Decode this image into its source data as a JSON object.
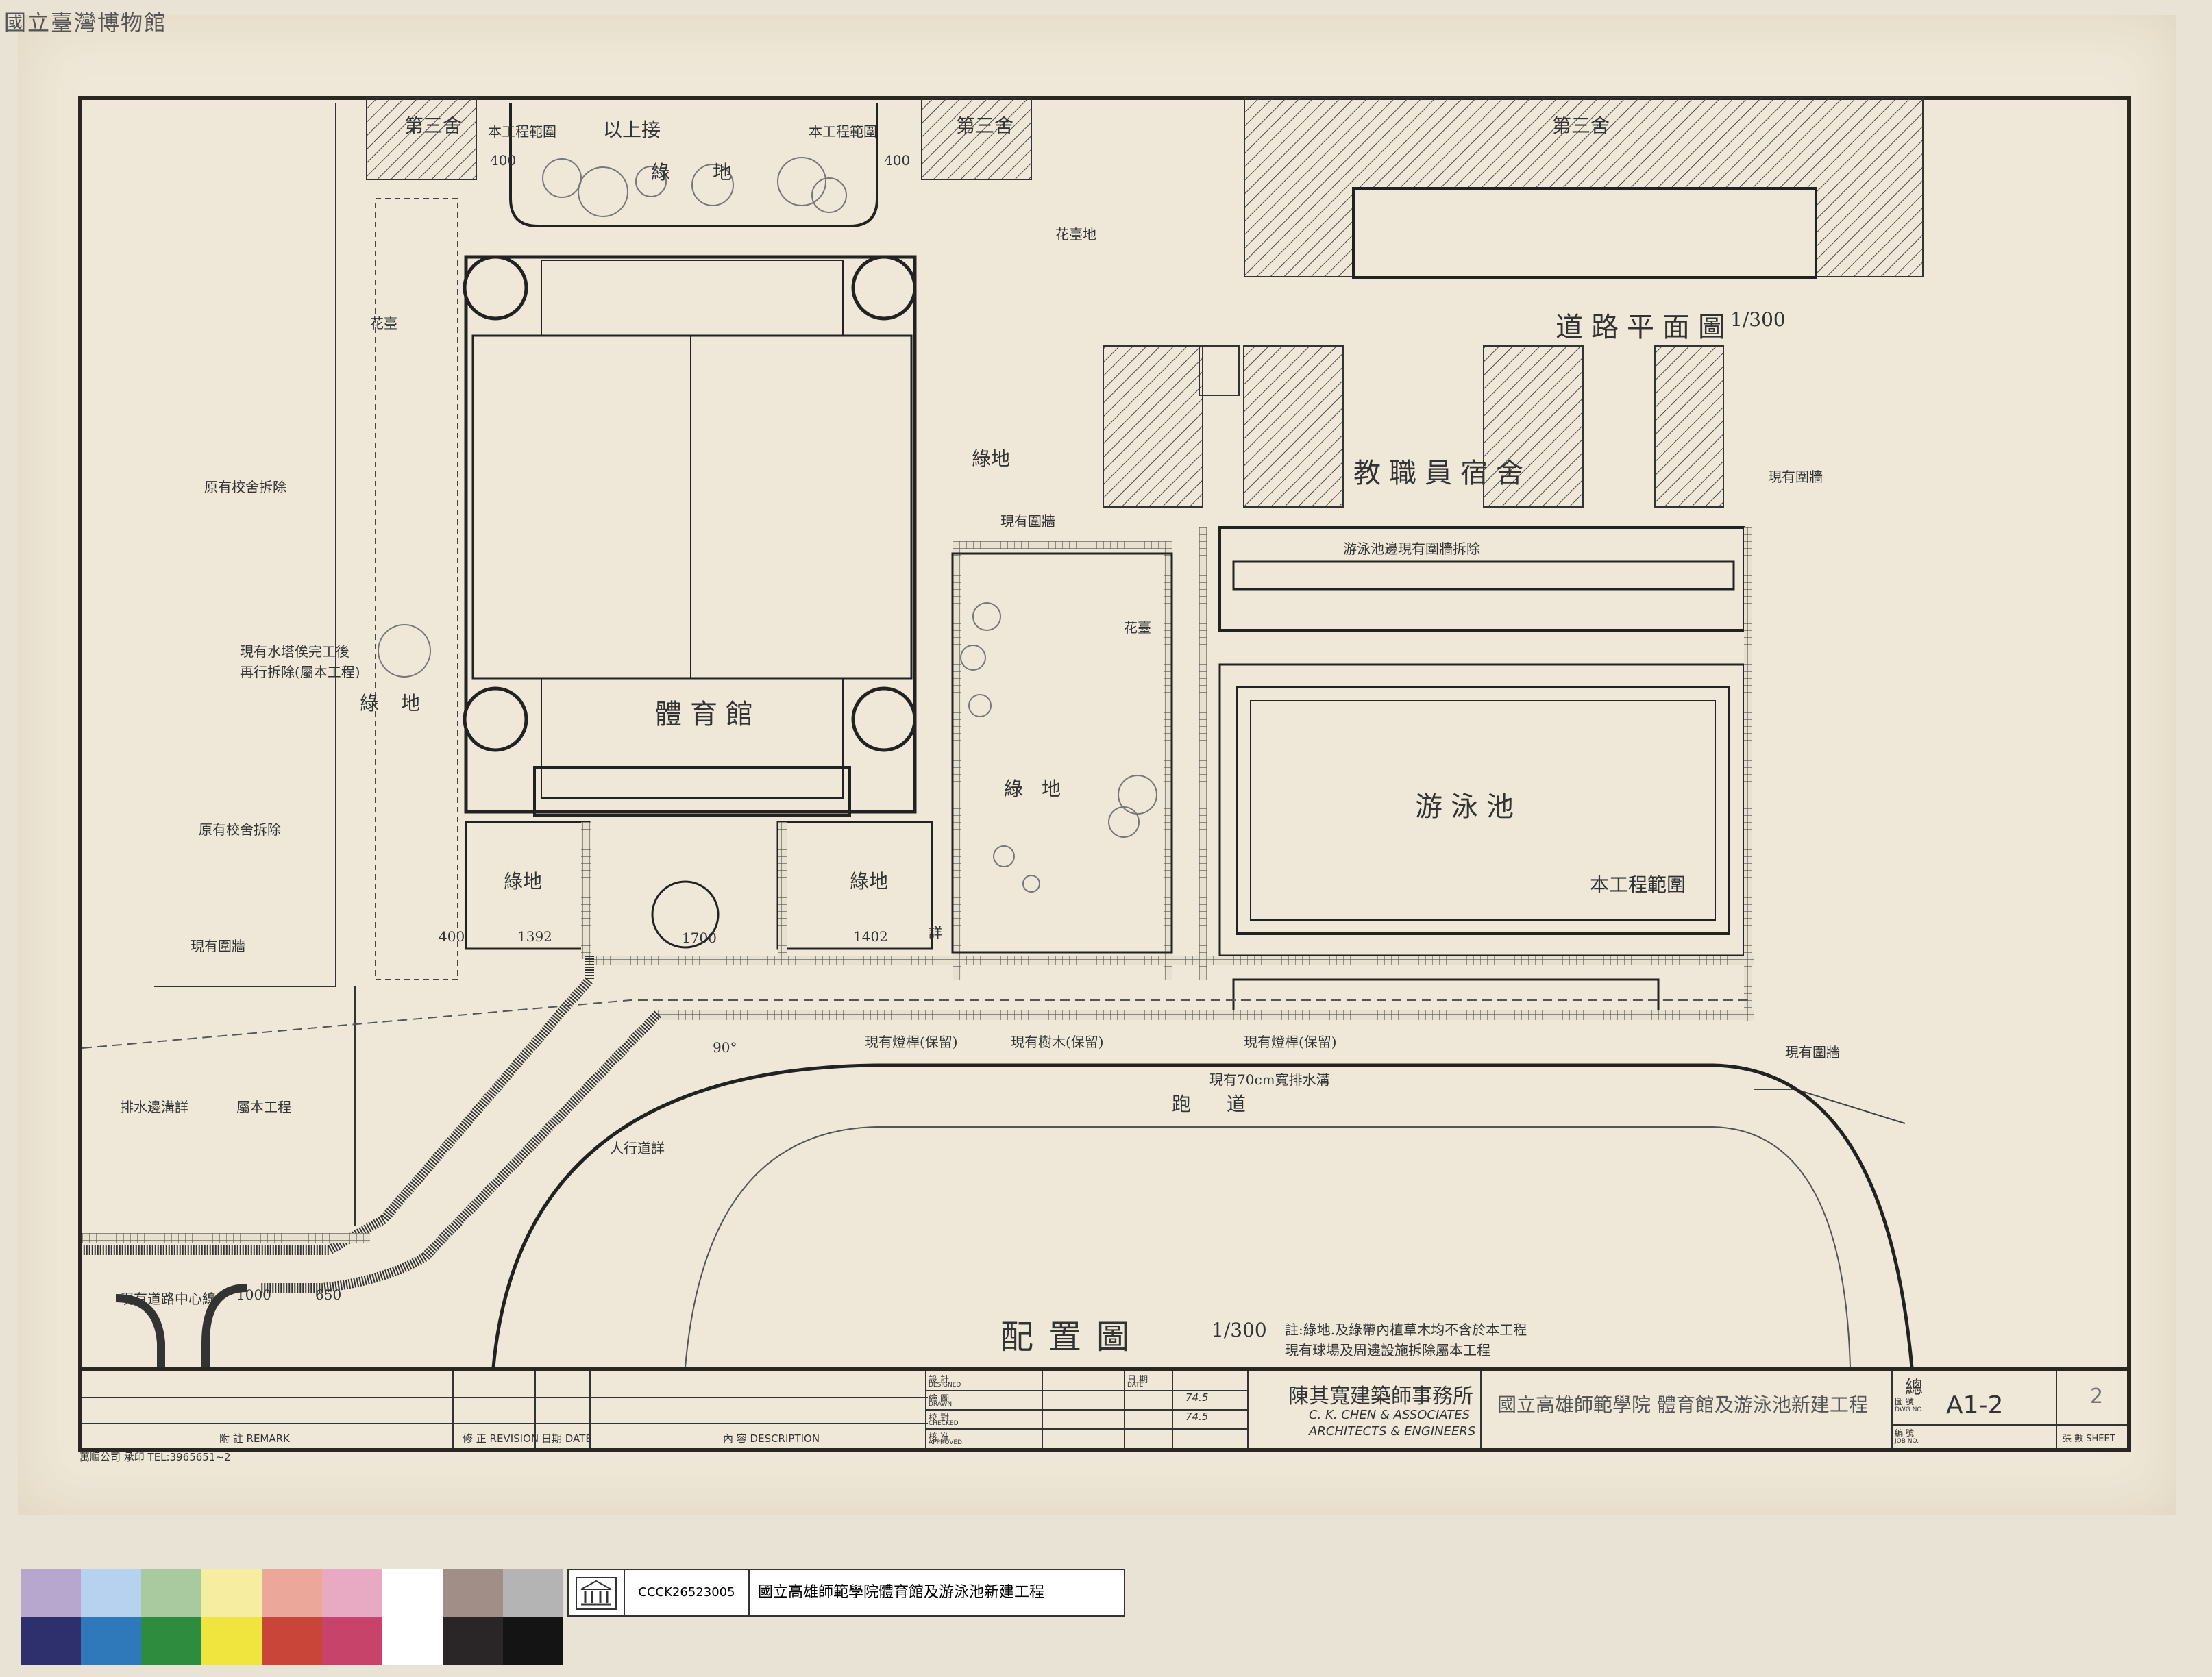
{
  "watermark": "國立臺灣博物館",
  "labels": {
    "dorm_3a": "第三舍",
    "dorm_3b": "第三舍",
    "dorm_3c": "第三舍",
    "green_top": "綠",
    "green_top2": "地",
    "ref_up": "以上接",
    "scope_a": "本工程範圍",
    "scope_b": "本工程範圍",
    "flower_bed_a": "花臺地",
    "flower_bed_b": "花臺",
    "road_plan": "道路平面圖",
    "road_plan_scale": "1/300",
    "staff_dorm": "教職員宿舍",
    "existing_wall_a": "現有圍牆",
    "existing_wall_b": "現有圍牆",
    "existing_wall_c": "現有圍牆",
    "existing_wall_d": "現有圍牆",
    "demolish_a": "原有校舍拆除",
    "demolish_b": "原有校舍拆除",
    "water_tower": "現有水塔俟完工後",
    "water_tower2": "再行拆除(屬本工程)",
    "green_left": "綠",
    "green_left2": "地",
    "gym": "體育館",
    "green_mid": "綠地",
    "green_mid2": "綠",
    "green_mid3": "地",
    "green_small_a": "綠地",
    "green_small_b": "綠地",
    "pool": "游泳池",
    "pool_wall_note": "游泳池邊現有圍牆拆除",
    "scope_pool": "本工程範圍",
    "flower_bench": "花臺",
    "drain_note": "排水邊溝詳",
    "drain_note2": "屬本工程",
    "existing_light_a": "現有燈桿(保留)",
    "existing_tree": "現有樹木(保留)",
    "existing_light_b": "現有燈桿(保留)",
    "existing_drain": "現有70cm寬排水溝",
    "track": "跑",
    "track2": "道",
    "sidewalk": "人行道詳",
    "road_center": "現有道路中心線",
    "site_plan": "配置圖",
    "site_plan_scale": "1/300",
    "note1": "註:綠地.及綠帶內植草木均不含於本工程",
    "note2": "現有球場及周邊設施拆除屬本工程",
    "dim_1000": "1000",
    "dim_650": "650",
    "dim_1392": "1392",
    "dim_1402": "1402",
    "dim_1700": "1700",
    "dim_400a": "400",
    "dim_400b": "400",
    "dim_400c": "400",
    "dim_90": "90°",
    "detail_text": "詳"
  },
  "title_block": {
    "remark": "附 註 REMARK",
    "revision": "修 正 REVISION",
    "date_col": "日期 DATE",
    "description": "內 容 DESCRIPTION",
    "designed": "設 計",
    "designed_en": "DESIGNED",
    "drawn": "繪 圖",
    "drawn_en": "DRAWN",
    "checked": "校 對",
    "checked_en": "CHECKED",
    "approved": "核 准",
    "approved_en": "APPROVED",
    "date_label": "日 期",
    "date_en": "DATE",
    "date1": "74.5",
    "date2": "74.5",
    "firm_cn": "陳其寬建築師事務所",
    "firm_en1": "C. K. CHEN & ASSOCIATES",
    "firm_en2": "ARCHITECTS & ENGINEERS",
    "project": "國立高雄師範學院 體育館及游泳池新建工程",
    "sheet_type": "總",
    "dwg_label": "圖 號",
    "dwg_en": "DWG NO.",
    "dwg_no": "A1-2",
    "job_label": "編 號",
    "job_en": "JOB NO.",
    "sheet_num": "2",
    "sheet_label": "張 數 SHEET",
    "printer": "萬順公司 承印 TEL:3965651~2"
  },
  "archive": {
    "code": "CCCK26523005",
    "title": "國立高雄師範學院體育館及游泳池新建工程"
  },
  "colors": {
    "swatches_top": [
      "#b7a7cf",
      "#b6d2ee",
      "#a9ca9f",
      "#f6eda0",
      "#eba89a",
      "#e7aac2",
      "#ffffff",
      "#a08e87",
      "#b4b4b4"
    ],
    "swatches_bottom": [
      "#2e2f6d",
      "#2f79bb",
      "#2d8c3e",
      "#f0e53f",
      "#c9453a",
      "#c7436a",
      "#ffffff",
      "#2a2627",
      "#141414"
    ]
  }
}
